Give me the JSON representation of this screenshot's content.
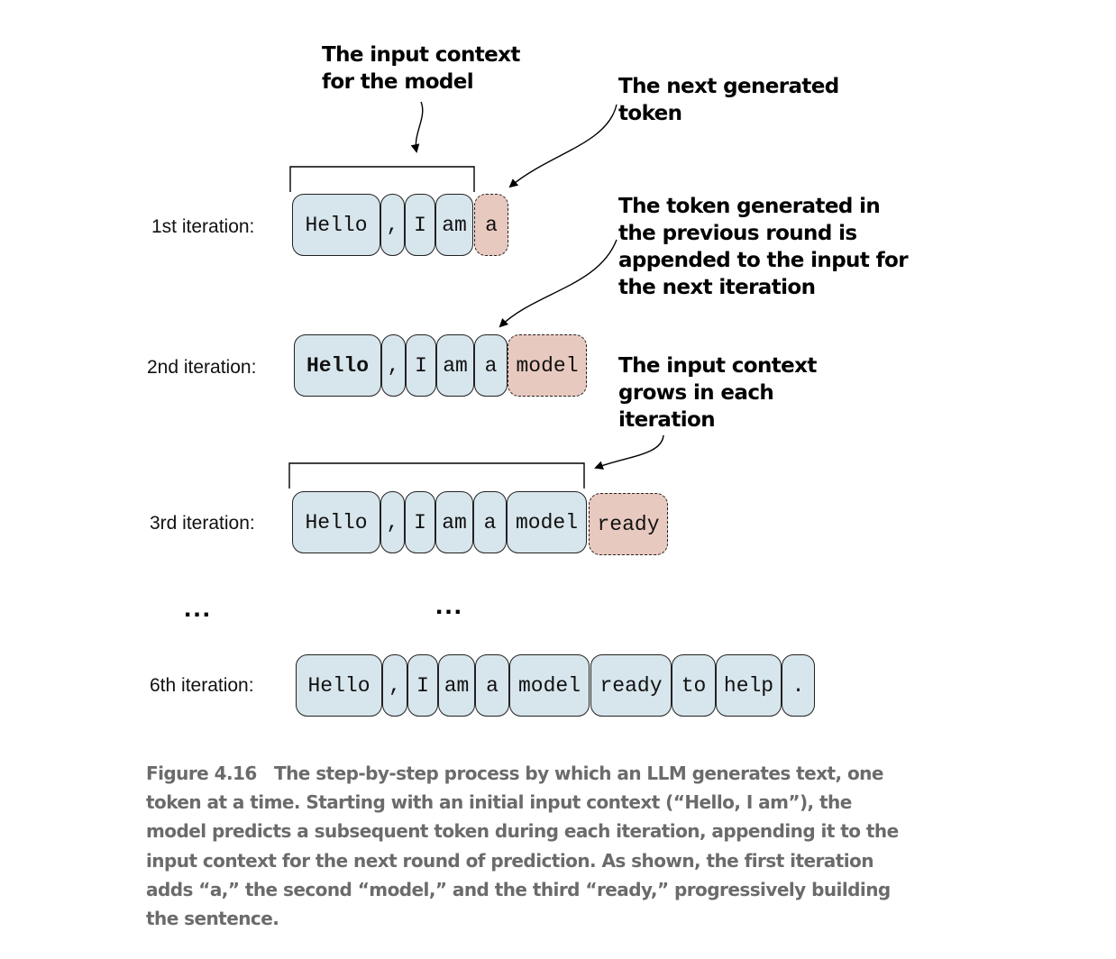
{
  "annotations": {
    "input_context": [
      "The input context",
      "for the model"
    ],
    "next_token": [
      "The next generated",
      "token"
    ],
    "appended": [
      "The token generated in",
      "the previous round is",
      "appended to the input for",
      "the next iteration"
    ],
    "grows": [
      "The input context",
      "grows in each",
      "iteration"
    ]
  },
  "iterations": [
    {
      "label": "1st iteration:",
      "context": [
        "Hello",
        ",",
        "I",
        "am"
      ],
      "new": "a"
    },
    {
      "label": "2nd iteration:",
      "context": [
        "Hello",
        ",",
        "I",
        "am",
        "a"
      ],
      "new": "model"
    },
    {
      "label": "3rd iteration:",
      "context": [
        "Hello",
        ",",
        "I",
        "am",
        "a",
        "model"
      ],
      "new": "ready"
    },
    {
      "label": "6th iteration:",
      "context": [
        "Hello",
        ",",
        "I",
        "am",
        "a",
        "model",
        "ready",
        "to",
        "help",
        "."
      ],
      "new": null
    }
  ],
  "ellipsis": [
    "...",
    "..."
  ],
  "caption": {
    "figure_label": "Figure 4.16",
    "lines": [
      "The step-by-step process by which an LLM generates text, one",
      "token at a time. Starting with an initial input context (“Hello, I am”), the",
      "model predicts a subsequent token during each iteration, appending it to the",
      "input context for the next round of prediction. As shown, the first iteration",
      "adds “a,” the second “model,” and the third “ready,” progressively building",
      "the sentence."
    ]
  }
}
